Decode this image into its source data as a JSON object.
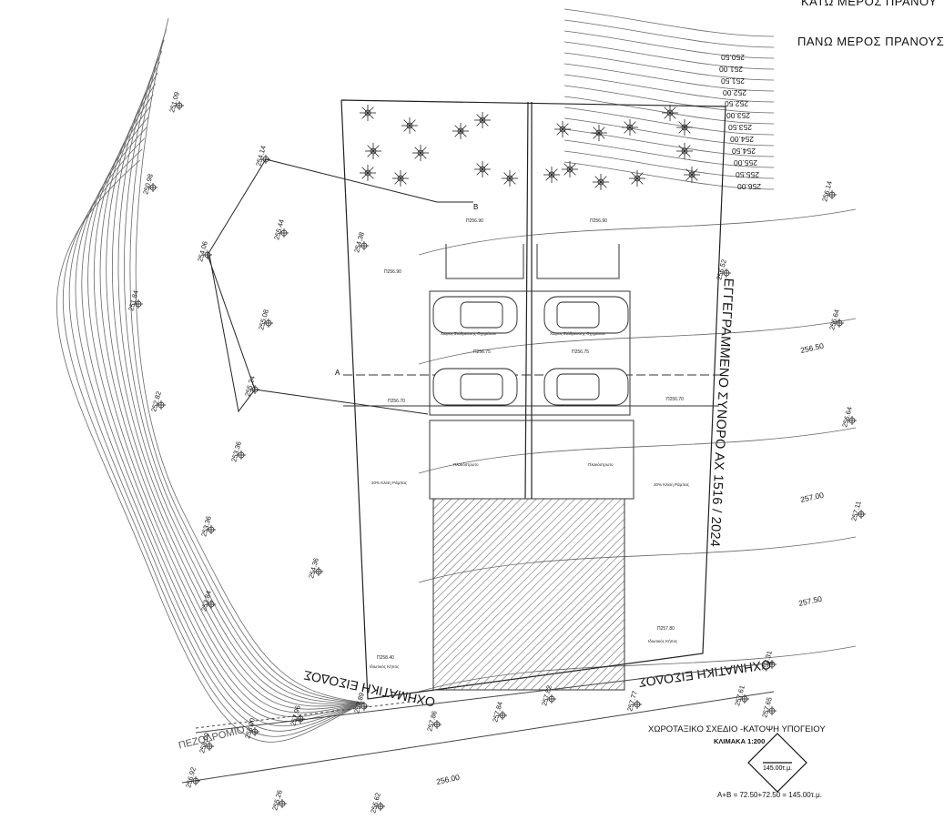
{
  "title_lower": "ΚΑΤΩ ΜΕΡΟΣ ΠΡΑΝΟΥ",
  "title_upper": "ΠΑΝΩ ΜΕΡΟΣ ΠΡΑΝΟΥΣ",
  "boundary_label": "ΕΓΓΕΓΡΑΜΜΕΝΟ ΣΥΝΟΡΟ ΑΧ 1516 / 2024",
  "entrance_right": "ΟΧΗΜΑΤΙΚΗ ΕΙΣΟΔΟΣ",
  "entrance_left": "ΟΧΗΜΑΤΙΚΗ ΕΙΣΟΔΟΣ",
  "sidewalk": "ΠΕΖΟΔΡΟΜΙΟ",
  "drawing_caption": "ΧΩΡΟΤΑΞΙΚΟ ΣΧΕΔΙΟ -ΚΑΤΟΨΗ ΥΠΟΓΕΙΟΥ",
  "scale": "ΚΛΙΜΑΚΑ 1:200",
  "area_formula": "A+B = 72.50+72.50 = 145.00τ.μ.",
  "area_box": "145.00τ.μ.",
  "section_marks": [
    "A",
    "B"
  ],
  "contour_labels": [
    "250.50",
    "251.00",
    "251.50",
    "252.00",
    "252.50",
    "253.00",
    "253.50",
    "254.00",
    "254.50",
    "255.00",
    "255.50",
    "256.00",
    "256.50",
    "257.00",
    "257.50",
    "256.00"
  ],
  "spot_levels": [
    "251.09",
    "250.98",
    "251.84",
    "252.82",
    "253.36",
    "253.36",
    "253.84",
    "254.06",
    "254.14",
    "255.08",
    "255.24",
    "255.44",
    "256.14",
    "256.52",
    "256.64",
    "256.64",
    "257.11",
    "257.31",
    "257.65",
    "257.61",
    "257.77",
    "257.82",
    "257.84",
    "257.86",
    "257.89",
    "257.96",
    "258.00",
    "258.09",
    "256.92",
    "256.62",
    "255.26",
    "254.36",
    "254.38"
  ],
  "floor_levels": [
    "Π256.90",
    "Π256.90",
    "Π256.90",
    "Π256.75",
    "Π256.75",
    "Π256.70",
    "Π256.70",
    "Π257.80",
    "Π258.40"
  ],
  "zone_notes": [
    "20% Κλίση Ράμπας",
    "20% Κλίση Ράμπας",
    "Πλακόστρωτο",
    "Πλακόστρωτο",
    "Χώρος Στάθμευσης Οχημάτων",
    "Χώρος Στάθμευσης Οχημάτων",
    "Ιδιωτικός Κήπος",
    "Ιδιωτικός Κήπος"
  ]
}
